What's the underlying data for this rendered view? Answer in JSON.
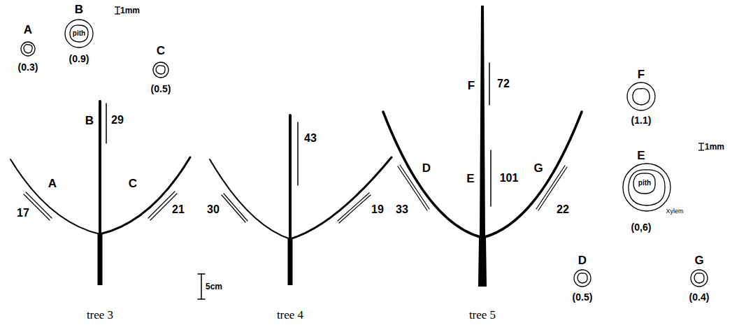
{
  "diagram": {
    "labels": [
      "A",
      "(0.3)",
      "B",
      "pith",
      "(0.9)",
      "1mm",
      "C",
      "(0.5)",
      "B",
      "29",
      "A",
      "17",
      "C",
      "21",
      "tree 3",
      "30",
      "43",
      "19",
      "5cm",
      "tree 4",
      "F",
      "72",
      "E",
      "101",
      "D",
      "33",
      "G",
      "22",
      "F",
      "(1.1)",
      "1mm",
      "E",
      "pith",
      "Xylem",
      "(0,6)",
      "D",
      "(0.5)",
      "G",
      "(0.4)",
      "tree 5"
    ]
  }
}
